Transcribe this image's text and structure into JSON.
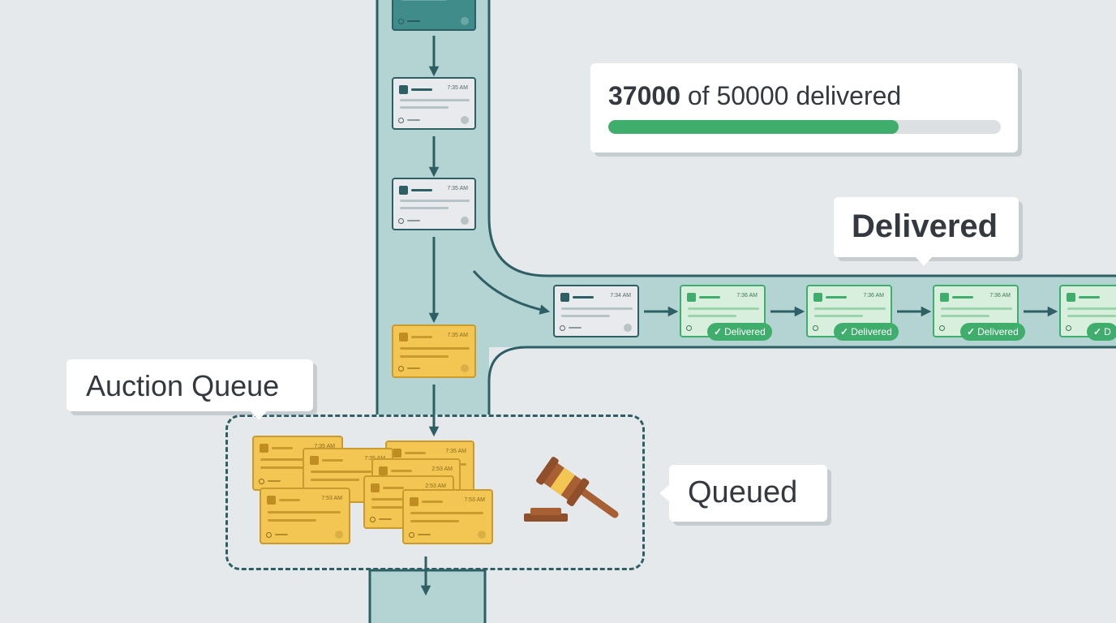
{
  "progress": {
    "delivered": "37000",
    "connector": "of",
    "total": "50000",
    "suffix": "delivered",
    "fraction": 0.74
  },
  "labels": {
    "delivered": "Delivered",
    "auction_queue": "Auction Queue",
    "queued": "Queued"
  },
  "badges": {
    "delivered": "Delivered"
  },
  "times": {
    "t735": "7:35 AM",
    "t734": "7:34 AM",
    "t736": "7:36 AM",
    "t253": "2:53 AM",
    "t753": "7:53 AM"
  },
  "colors": {
    "background": "#e6e9ec",
    "pipe_fill": "#b4d3d3",
    "pipe_stroke": "#2d5f64",
    "queued_card": "#f3c653",
    "delivered_card": "#d7efdc",
    "delivered_badge": "#3fae6d",
    "progress_fill": "#3fae6d",
    "gavel": "#a85f34"
  },
  "icons": {
    "check": "check-icon",
    "gavel": "gavel-icon"
  }
}
